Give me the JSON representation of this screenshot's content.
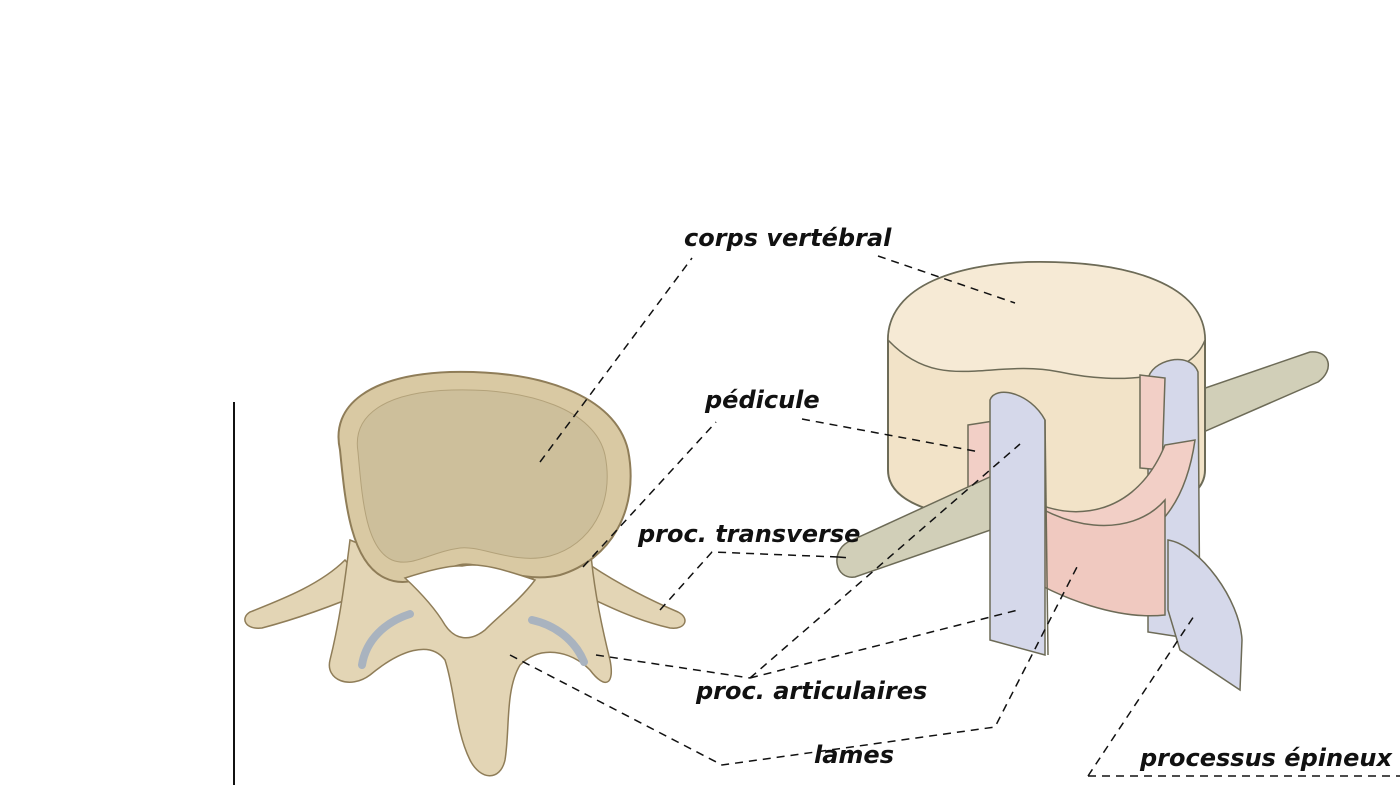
{
  "labels": {
    "corps_vertebral": "corps vertébral",
    "pedicule": "pédicule",
    "proc_transverse": "proc. transverse",
    "proc_articulaires": "proc. articulaires",
    "lames": "lames",
    "processus_epineux": "processus épineux"
  },
  "colors": {
    "bone": "#e3d5b5",
    "bone_shadow": "#bfae87",
    "spongy": "#d6c9a6",
    "body_cyl": "#f2e3c8",
    "pedicle": "#f2cfc6",
    "articular": "#d5d8ea",
    "transverse": "#d1cfb8",
    "leader": "#111111"
  }
}
